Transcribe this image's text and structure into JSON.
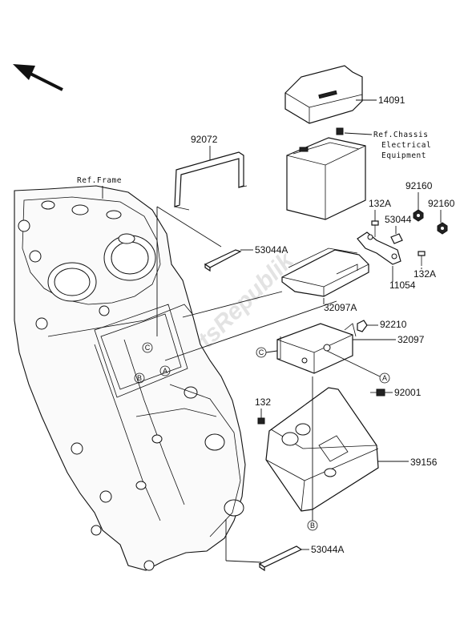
{
  "watermark": "PartsRepublik",
  "parts": {
    "p14091": "14091",
    "p92072": "92072",
    "p53044A_top": "53044A",
    "p92160_a": "92160",
    "p92160_b": "92160",
    "p132A_a": "132A",
    "p53044": "53044",
    "p132A_b": "132A",
    "p11054": "11054",
    "p32097A": "32097A",
    "p92210": "92210",
    "p32097": "32097",
    "p92001": "92001",
    "p132": "132",
    "p39156": "39156",
    "p53044A_bottom": "53044A"
  },
  "references": {
    "frame": "Ref.Frame",
    "chassis_line1": "Ref.Chassis",
    "chassis_line2": "Electrical",
    "chassis_line3": "Equipment"
  },
  "callouts": {
    "a": "A",
    "b": "B",
    "c": "C"
  },
  "icons": {
    "orientation_arrow": "front-direction-arrow-icon"
  }
}
